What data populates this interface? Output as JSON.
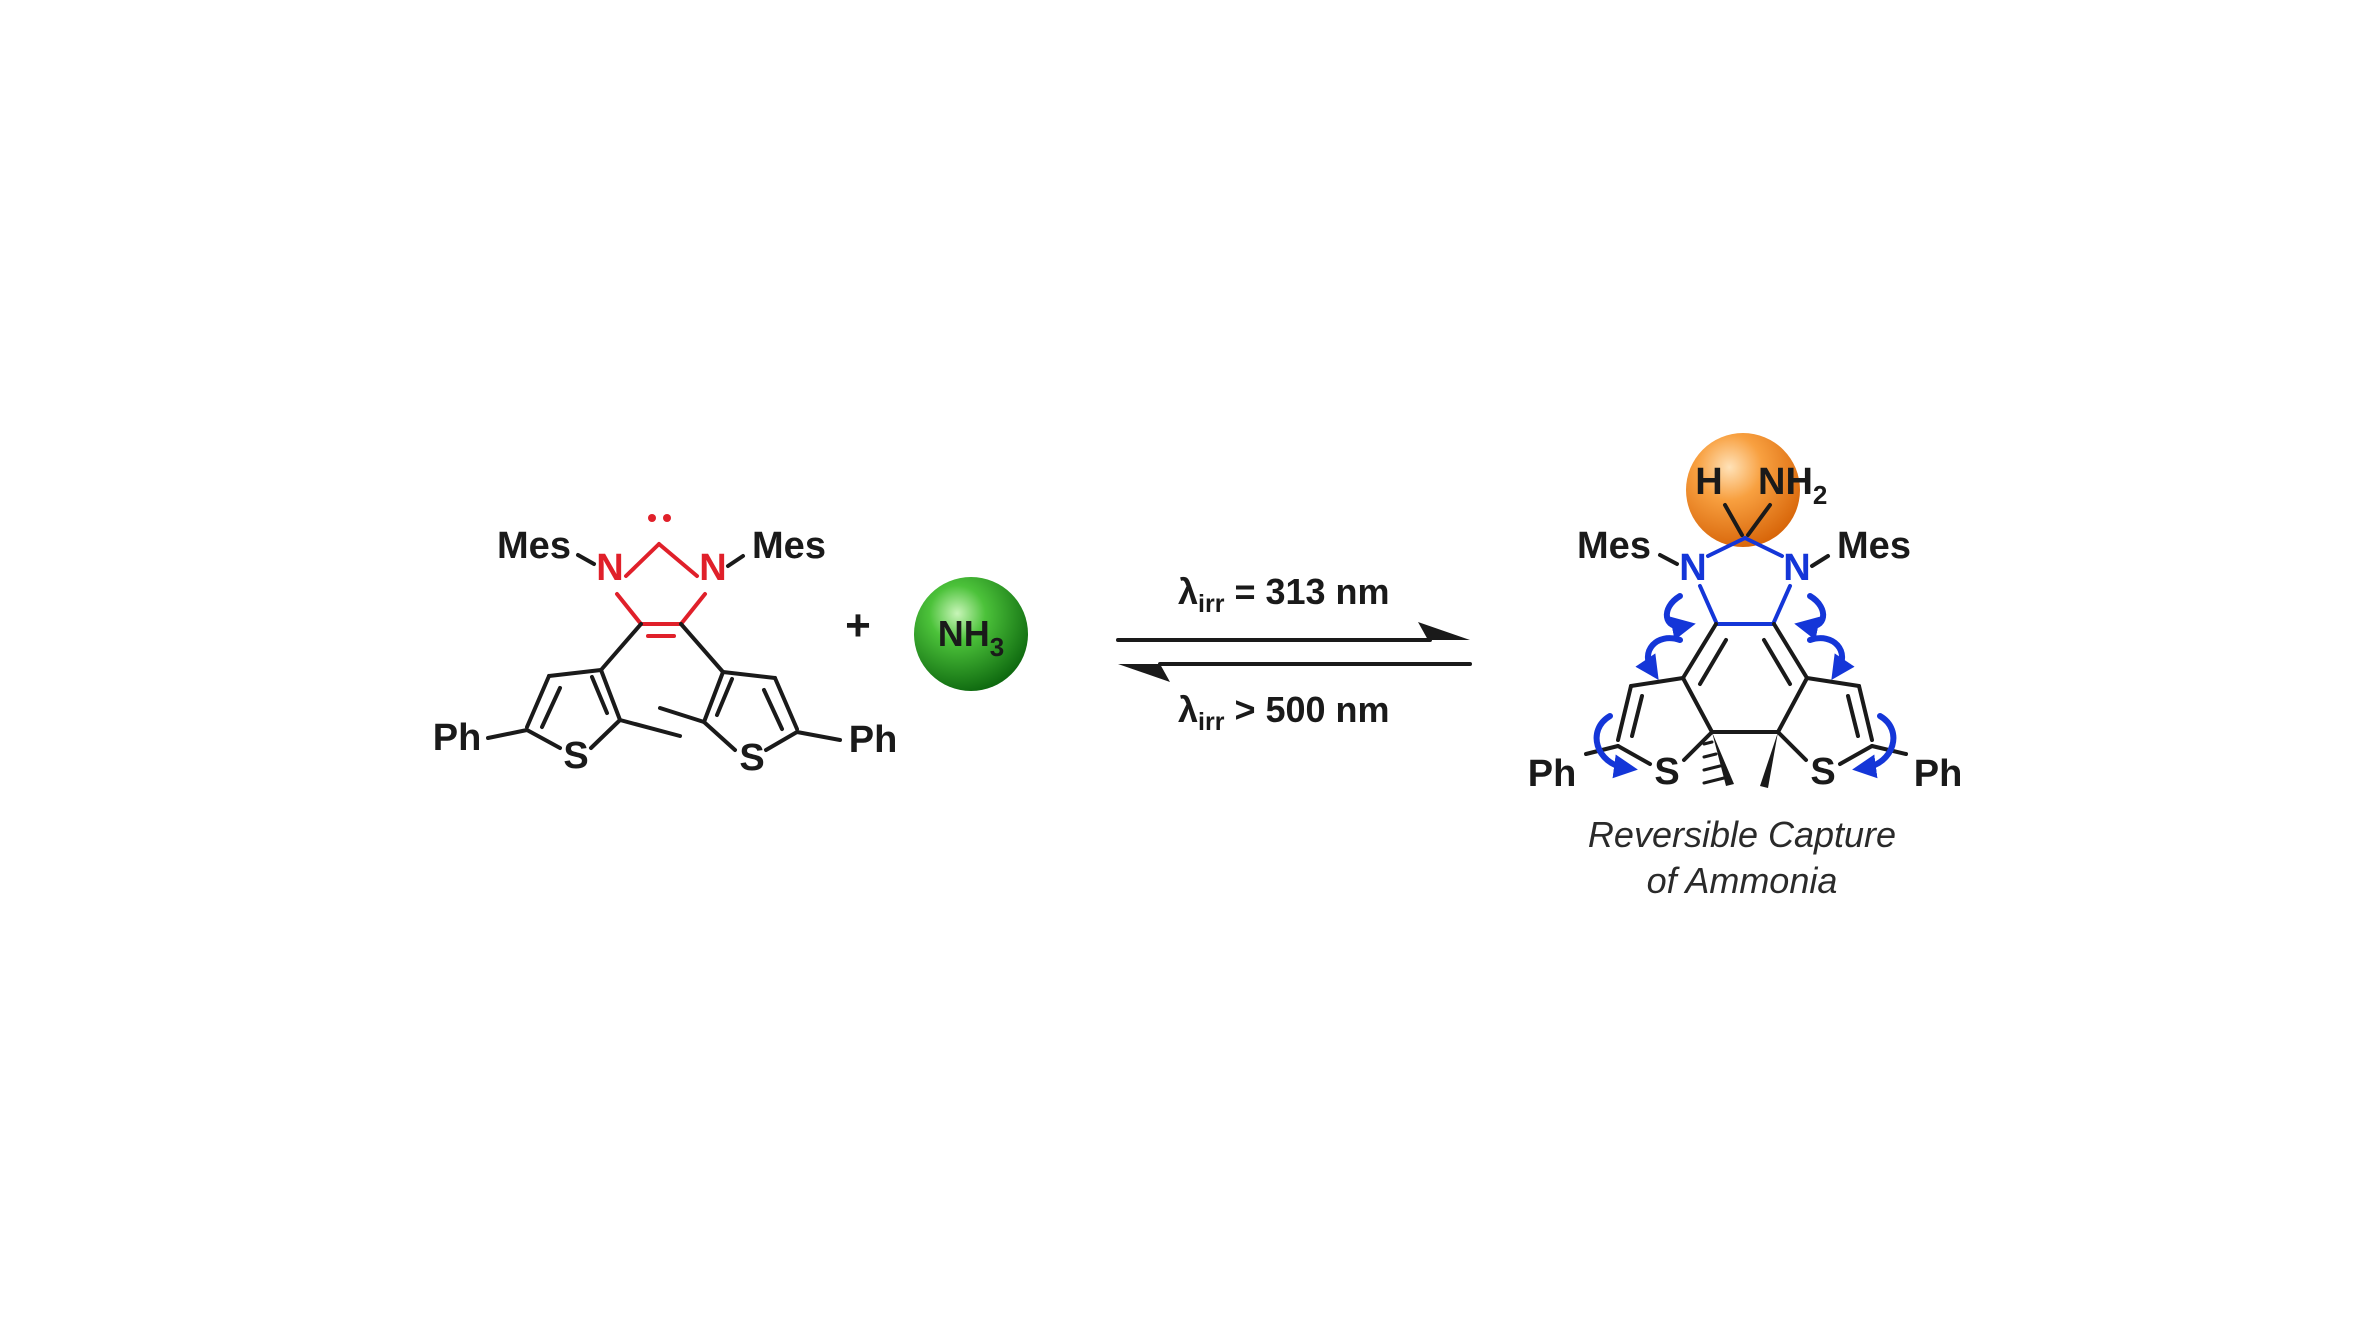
{
  "reactant": {
    "mes_left": "Mes",
    "mes_right": "Mes",
    "n_left": "N",
    "n_right": "N",
    "s_left": "S",
    "s_right": "S",
    "ph_left": "Ph",
    "ph_right": "Ph"
  },
  "plus": "+",
  "reagent": {
    "main": "NH",
    "sub": "3"
  },
  "conditions": {
    "forward": {
      "lambda": "λ",
      "sub": "irr",
      "rest": " = 313 nm"
    },
    "reverse": {
      "lambda": "λ",
      "sub": "irr",
      "rest": " > 500 nm"
    }
  },
  "product": {
    "h": "H",
    "nh2_main": "NH",
    "nh2_sub": "2",
    "mes_left": "Mes",
    "mes_right": "Mes",
    "n_left": "N",
    "n_right": "N",
    "s_left": "S",
    "s_right": "S",
    "ph_left": "Ph",
    "ph_right": "Ph"
  },
  "caption": {
    "line1": "Reversible Capture",
    "line2": "of Ammonia"
  },
  "colors": {
    "carbene": "#e0202a",
    "product_core": "#1436d8",
    "nh3_sphere": "#2f9a2a",
    "adduct_sphere": "#f08a1c"
  }
}
